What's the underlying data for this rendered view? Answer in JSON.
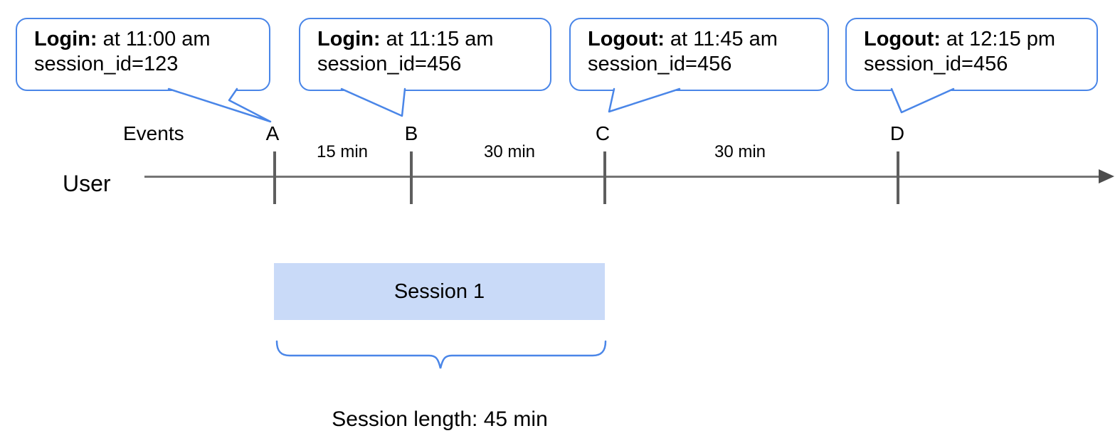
{
  "diagram": {
    "callouts": [
      {
        "event": "A",
        "title": "Login:",
        "detail": "at 11:00 am",
        "session": "session_id=123"
      },
      {
        "event": "B",
        "title": "Login:",
        "detail": "at 11:15 am",
        "session": "session_id=456"
      },
      {
        "event": "C",
        "title": "Logout:",
        "detail": "at 11:45 am",
        "session": "session_id=456"
      },
      {
        "event": "D",
        "title": "Logout:",
        "detail": "at 12:15 pm",
        "session": "session_id=456"
      }
    ],
    "axis": {
      "events_label": "Events",
      "user_label": "User",
      "event_markers": [
        "A",
        "B",
        "C",
        "D"
      ],
      "intervals": [
        "15 min",
        "30 min",
        "30 min"
      ]
    },
    "session": {
      "bar_label": "Session 1",
      "length_label": "Session length: 45 min"
    },
    "colors": {
      "accent_blue": "#4a86e8",
      "session_bar_fill": "#c9daf8",
      "timeline_gray": "#757575",
      "tick_gray": "#5e5e5e",
      "arrow_gray": "#4d4d4d"
    }
  }
}
